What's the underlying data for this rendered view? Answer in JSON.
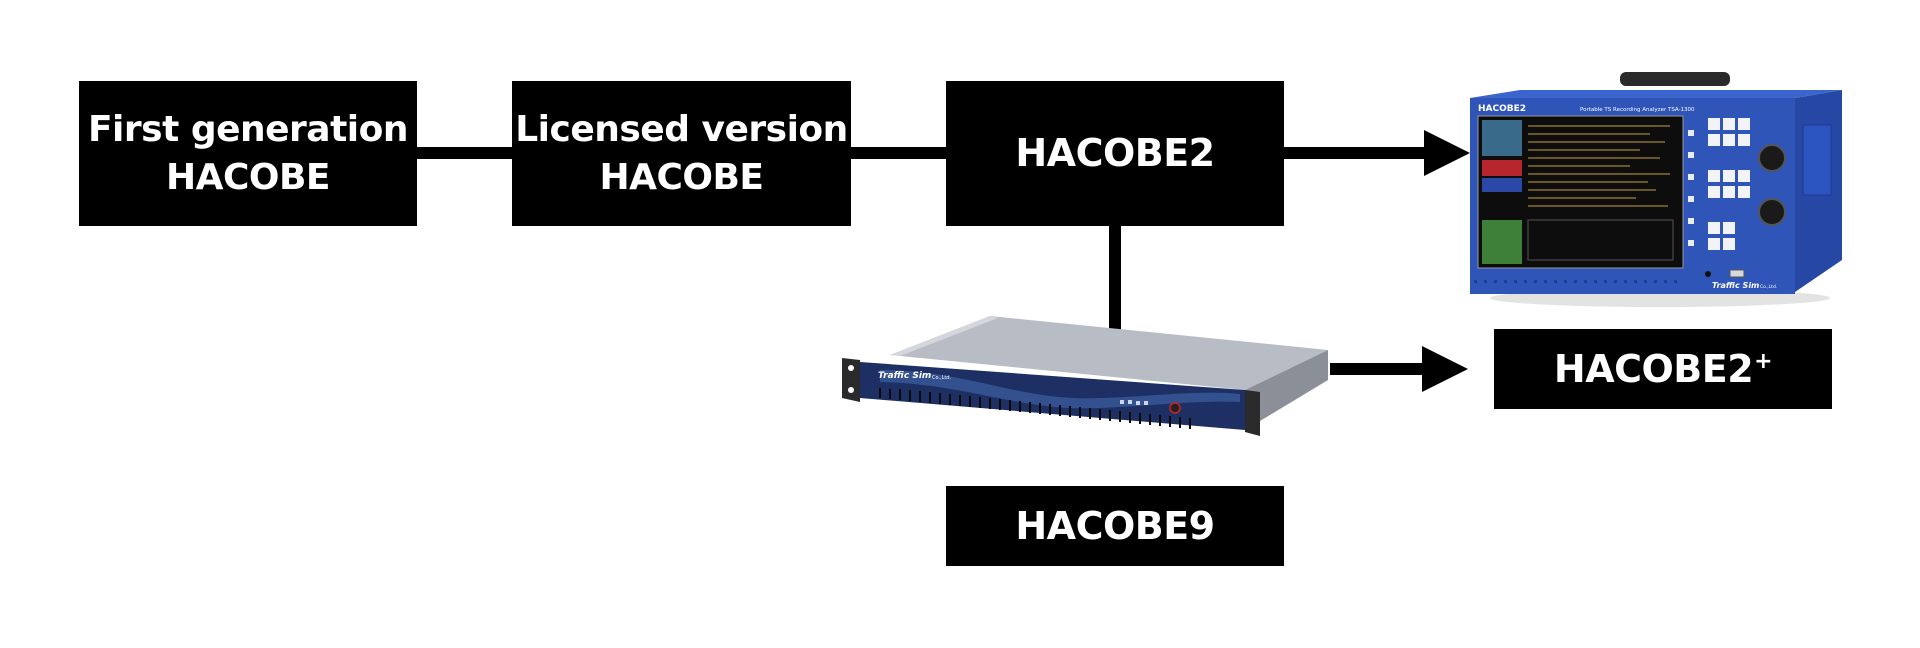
{
  "boxes": {
    "first": {
      "line1": "First generation",
      "line2": "HACOBE"
    },
    "licensed": {
      "line1": "Licensed version",
      "line2": "HACOBE"
    },
    "hacobe2": {
      "label": "HACOBE2"
    },
    "hacobe9": {
      "label": "HACOBE9"
    },
    "hacobe2plus": {
      "label": "HACOBE2",
      "sup": "+"
    }
  },
  "device_labels": {
    "analyzer_model": "HACOBE2",
    "analyzer_desc": "Portable TS Recording Analyzer  TSA-1300",
    "analyzer_brand": "Traffic Sim",
    "analyzer_brand_suffix": "Co.,Ltd.",
    "rack_brand": "Traffic Sim",
    "rack_brand_suffix": "Co.,Ltd."
  },
  "colors": {
    "box_bg": "#000000",
    "box_text": "#ffffff",
    "connector": "#000000",
    "analyzer_body": "#2f55b8",
    "rack_front": "#1d2f63",
    "rack_top": "#b8bcc4"
  }
}
